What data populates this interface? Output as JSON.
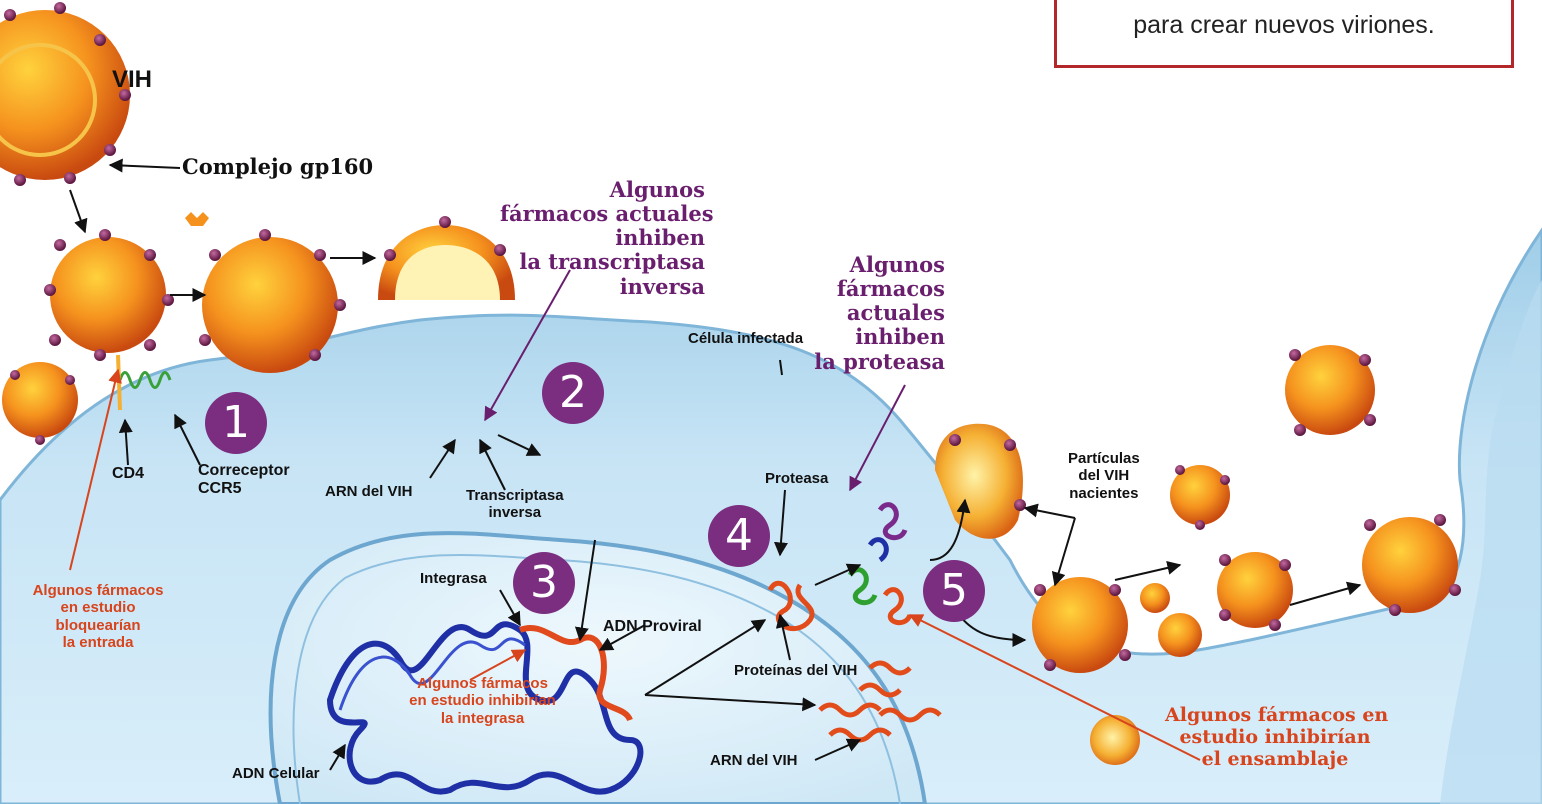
{
  "info_box": {
    "text": "para crear nuevos viriones."
  },
  "labels": {
    "vih": "VIH",
    "complejo": "Complejo gp160",
    "cd4": "CD4",
    "correceptor": [
      "Correceptor",
      "CCR5"
    ],
    "arn_vih_1": "ARN del VIH",
    "transcriptasa": [
      "Transcriptasa",
      "inversa"
    ],
    "celula": "Célula infectada",
    "proteasa": "Proteasa",
    "particulas": [
      "Partículas",
      "del VIH",
      "nacientes"
    ],
    "integrasa": "Integrasa",
    "adn_proviral": "ADN Proviral",
    "proteinas": "Proteínas del VIH",
    "adn_celular": "ADN Celular",
    "arn_vih_2": "ARN del VIH"
  },
  "drug_notes": {
    "transcriptasa": [
      "Algunos",
      "fármacos actuales",
      "inhiben",
      "la transcriptasa",
      "inversa"
    ],
    "proteasa": [
      "Algunos",
      "fármacos",
      "actuales",
      "inhiben",
      "la proteasa"
    ],
    "entrada": [
      "Algunos fármacos",
      "en estudio",
      "bloquearían",
      "la entrada"
    ],
    "integrasa": [
      "Algunos fármacos",
      "en estudio inhibirían",
      "la integrasa"
    ],
    "ensamblaje": [
      "Algunos fármacos en",
      "estudio inhibirían",
      "el ensamblaje"
    ]
  },
  "steps": [
    "1",
    "2",
    "3",
    "4",
    "5"
  ],
  "colors": {
    "cell": "#bfe0f3",
    "nucleus": "#d8eef9",
    "virus": "#f0801e",
    "spike": "#8a2a5c",
    "dna": "#2336a8",
    "rna": "#d8441c",
    "step_circle": "#7b2d80",
    "purple_text": "#6a1f6e",
    "red_text": "#d8441c",
    "box_border": "#b3272b"
  }
}
